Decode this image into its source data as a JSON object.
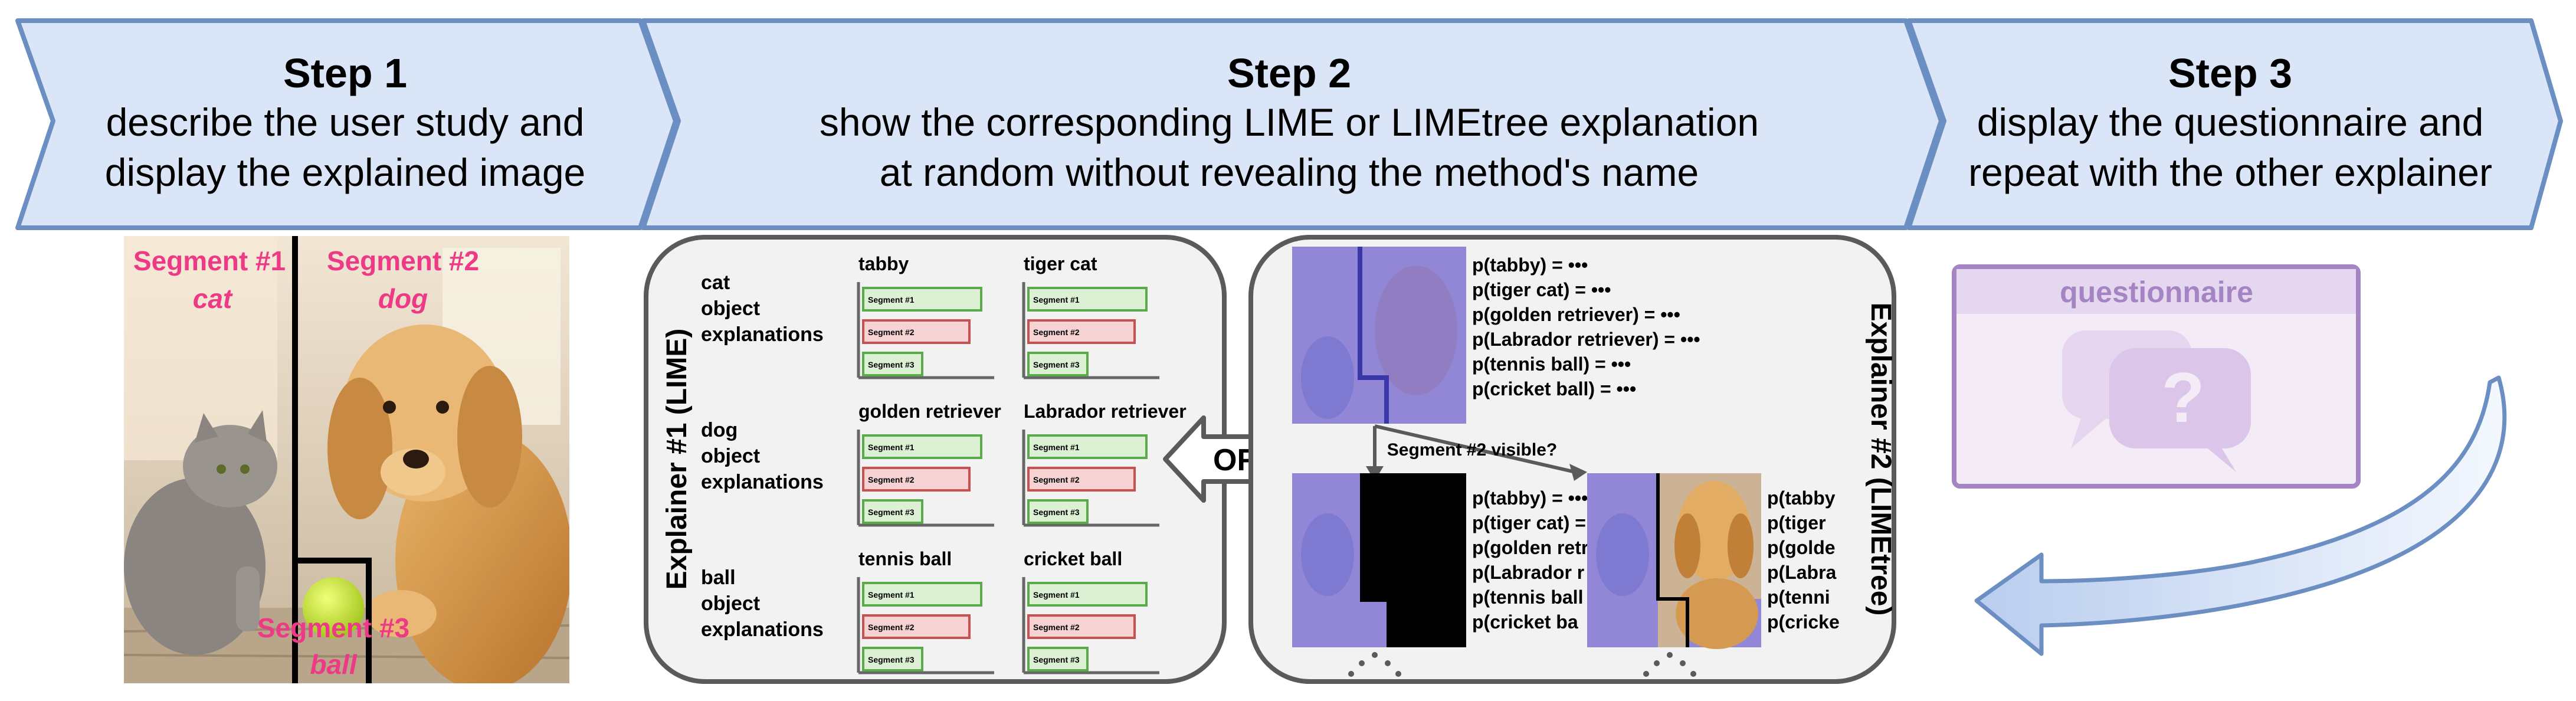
{
  "colors": {
    "arrow_fill": "#dae6f8",
    "arrow_stroke": "#6b8fc2",
    "segment_label": "#ee3a86",
    "bar_green_fill": "#dcf0d4",
    "bar_green_stroke": "#5aaa4c",
    "bar_red_fill": "#f6d2d2",
    "bar_red_stroke": "#c85050",
    "overlay_purple": "#7b76f0",
    "questionnaire": "#a584c4"
  },
  "steps": [
    {
      "title": "Step 1",
      "lines": [
        "describe the user study and",
        "display the explained image"
      ]
    },
    {
      "title": "Step 2",
      "lines": [
        "show the corresponding LIME or LIMEtree explanation",
        "at random without revealing the method's name"
      ]
    },
    {
      "title": "Step 3",
      "lines": [
        "display the questionnaire and",
        "repeat with the other explainer"
      ]
    }
  ],
  "image_segments": [
    {
      "name": "Segment #1",
      "object": "cat"
    },
    {
      "name": "Segment #2",
      "object": "dog"
    },
    {
      "name": "Segment #3",
      "object": "ball"
    }
  ],
  "lime": {
    "side_label": "Explainer #1 (LIME)",
    "rows": [
      {
        "label": [
          "cat",
          "object",
          "explanations"
        ],
        "classes": [
          "tabby",
          "tiger cat"
        ]
      },
      {
        "label": [
          "dog",
          "object",
          "explanations"
        ],
        "classes": [
          "golden retriever",
          "Labrador retriever"
        ]
      },
      {
        "label": [
          "ball",
          "object",
          "explanations"
        ],
        "classes": [
          "tennis ball",
          "cricket ball"
        ]
      }
    ],
    "bar_labels": [
      "Segment #1",
      "Segment #2",
      "Segment #3"
    ],
    "bar_colors": [
      "green",
      "red",
      "green"
    ]
  },
  "or_label": "OR",
  "limetree": {
    "side_label": "Explainer #2 (LIMEtree)",
    "probabilities": [
      "p(tabby) = •••",
      "p(tiger cat) = •••",
      "p(golden retriever) = •••",
      "p(Labrador retriever) = •••",
      "p(tennis ball) = •••",
      "p(cricket ball) = •••"
    ],
    "left_probabilities": [
      "p(tabby) = •••",
      "p(tiger cat) =",
      "p(golden retr",
      "p(Labrador r",
      "p(tennis ball",
      "p(cricket ba"
    ],
    "right_probabilities": [
      "p(tabby",
      "p(tiger",
      "p(golde",
      "p(Labra",
      "p(tenni",
      "p(cricke"
    ],
    "question": "Segment #2 visible?"
  },
  "questionnaire": {
    "title": "questionnaire",
    "icon": "speech-bubbles-question-icon"
  }
}
